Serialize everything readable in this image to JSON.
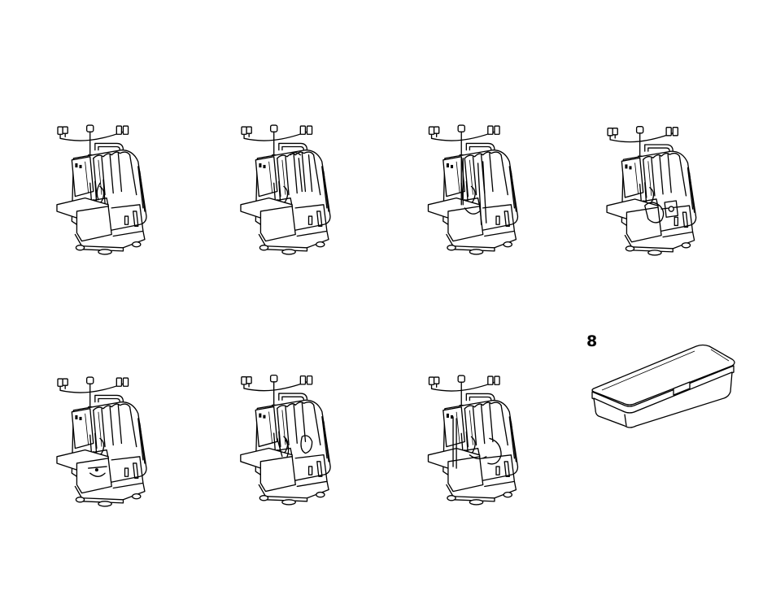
{
  "figures": [
    {
      "id": "machine-1"
    },
    {
      "id": "machine-2"
    },
    {
      "id": "machine-3"
    },
    {
      "id": "machine-4"
    },
    {
      "id": "machine-5"
    },
    {
      "id": "machine-6"
    },
    {
      "id": "machine-7"
    },
    {
      "id": "carrying-case",
      "number": "8"
    }
  ]
}
